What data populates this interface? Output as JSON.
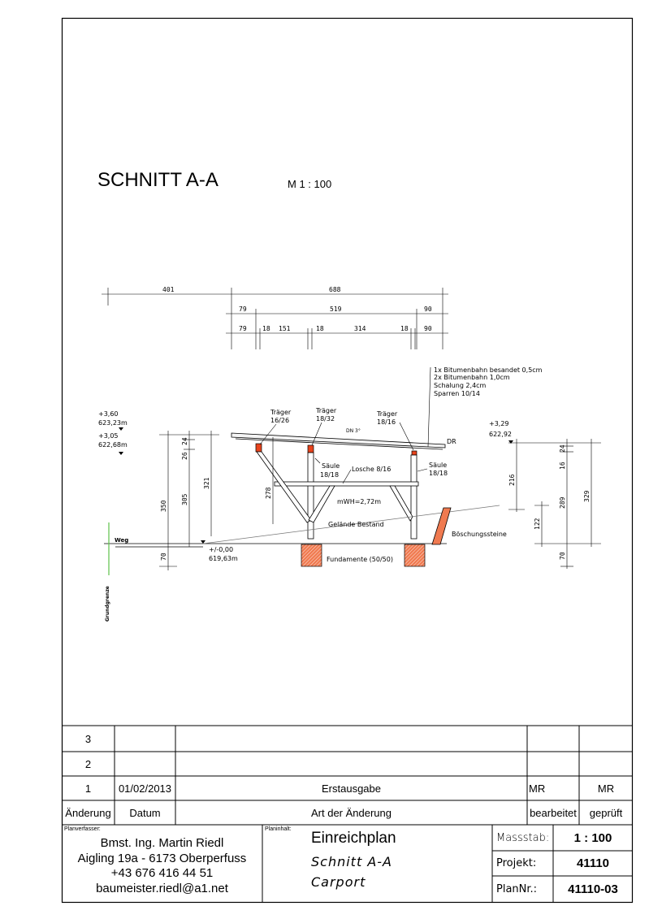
{
  "title": "SCHNITT A-A",
  "scale_label": "M 1 : 100",
  "dimensions": {
    "top": [
      "401",
      "688"
    ],
    "row2": [
      "79",
      "519",
      "90"
    ],
    "row3": [
      "79",
      "18",
      "151",
      "18",
      "314",
      "18",
      "90"
    ],
    "left": [
      "350",
      "305",
      "26",
      "24",
      "321",
      "70",
      "278"
    ],
    "right": [
      "216",
      "122",
      "289",
      "16",
      "24",
      "329",
      "70"
    ]
  },
  "levels": {
    "l1": "+3,60",
    "l1m": "623,23m",
    "l2": "+3,05",
    "l2m": "622,68m",
    "l3": "+3,29",
    "l3m": "622,92",
    "zero": "+/-0,00",
    "zerom": "619,63m"
  },
  "labels": {
    "traeger1": "Träger",
    "traeger1_dim": "16/26",
    "traeger2": "Träger",
    "traeger2_dim": "18/32",
    "traeger3": "Träger",
    "traeger3_dim": "18/16",
    "saeule1": "Säule",
    "saeule1_dim": "18/18",
    "saeule2": "Säule",
    "saeule2_dim": "18/18",
    "losche": "Losche 8/16",
    "dn": "DN 3°",
    "dr": "DR",
    "mwh": "mWH=2,72m",
    "gelaende": "Gelände Bestand",
    "boeschung": "Böschungssteine",
    "fundamente": "Fundamente (50/50)",
    "weg": "Weg",
    "grundgrenze": "Grundgrenze",
    "roof_layers": [
      "1x Bitumenbahn besandet 0,5cm",
      "2x Bitumenbahn 1,0cm",
      "Schalung 2,4cm",
      "Sparren 10/14"
    ]
  },
  "revisions": {
    "rows": [
      {
        "nr": "3",
        "date": "",
        "desc": "",
        "by": "",
        "checked": ""
      },
      {
        "nr": "2",
        "date": "",
        "desc": "",
        "by": "",
        "checked": ""
      },
      {
        "nr": "1",
        "date": "01/02/2013",
        "desc": "Erstausgabe",
        "by": "MR",
        "checked": "MR"
      }
    ],
    "headers": {
      "nr": "Änderung",
      "date": "Datum",
      "desc": "Art der Änderung",
      "by": "bearbeitet",
      "checked": "geprüft"
    }
  },
  "titleblock": {
    "author_label": "Planverfasser:",
    "author_lines": [
      "Bmst. Ing. Martin Riedl",
      "Aigling 19a - 6173 Oberperfuss",
      "+43 676 416 44 51",
      "baumeister.riedl@a1.net"
    ],
    "content_label": "Planinhalt:",
    "content_title": "Einreichplan",
    "content_sub1": "Schnitt A-A",
    "content_sub2": "Carport",
    "scale_label": "Massstab:",
    "scale_value": "1 : 100",
    "project_label": "Projekt:",
    "project_value": "41110",
    "plan_label": "PlanNr.:",
    "plan_value": "41110-03"
  },
  "colors": {
    "beam": "#e8431c",
    "foundation": "#f07a50",
    "boundary": "#5ec24a"
  }
}
